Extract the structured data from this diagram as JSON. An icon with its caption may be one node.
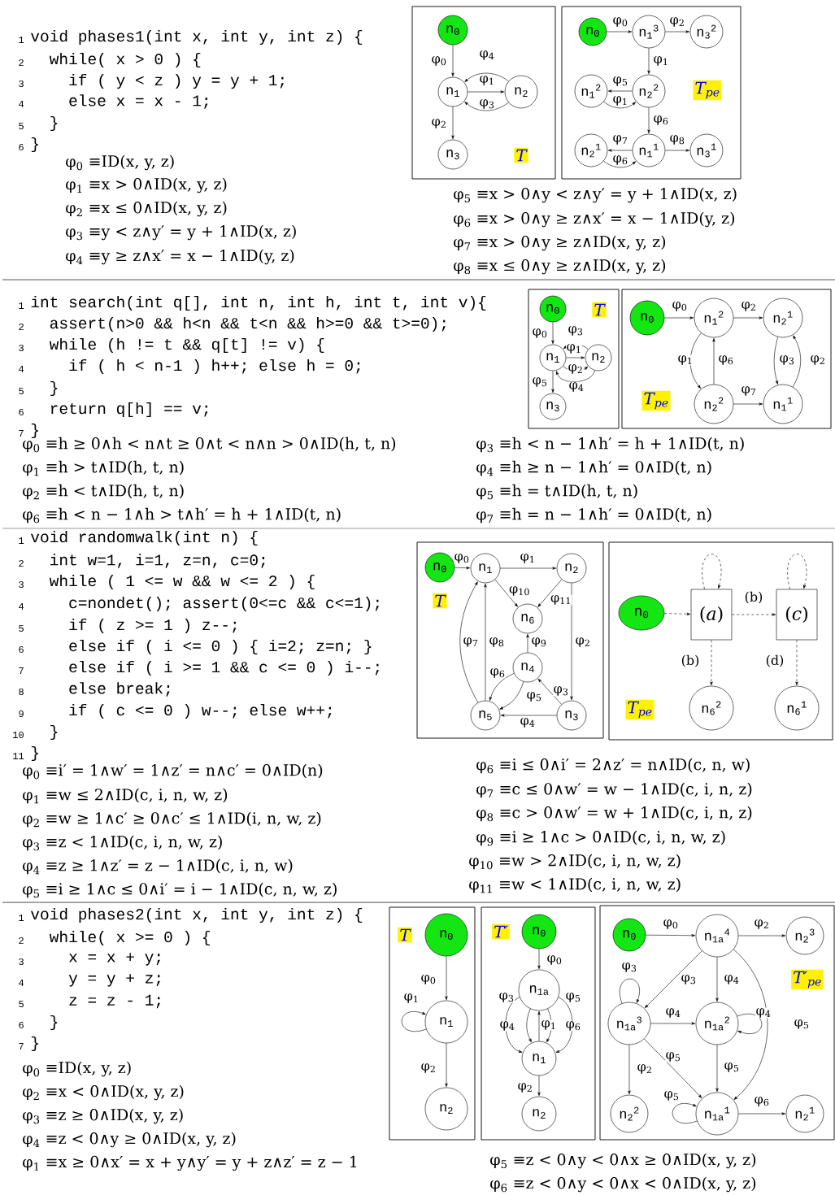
{
  "diagram": {
    "nodes": [
      {
        "text": [
          "T"
        ]
      },
      {
        "text": [
          "n$_{0}$"
        ],
        "in": 0
      },
      {
        "text": [
          "n$_{1}$"
        ],
        "in": 0
      },
      {
        "text": [
          "n$_{2}$"
        ],
        "in": 0
      },
      {
        "text": [
          "n$_{3}$"
        ],
        "in": 0
      },
      {
        "text": [
          "T$_{pe}$"
        ]
      },
      {
        "text": [
          "n$_{0}$"
        ],
        "in": 5
      },
      {
        "text": [
          "n$_{1}$$^{3}$"
        ],
        "in": 5
      },
      {
        "text": [
          "n$_{3}$$^{2}$"
        ],
        "in": 5
      },
      {
        "text": [
          "n$_{1}$$^{2}$"
        ],
        "in": 5
      },
      {
        "text": [
          "n$_{2}$$^{2}$"
        ],
        "in": 5
      },
      {
        "text": [
          "n$_{2}$$^{1}$"
        ],
        "in": 5
      },
      {
        "text": [
          "n$_{1}$$^{1}$"
        ],
        "in": 5
      },
      {
        "text": [
          "n$_{3}$$^{1}$"
        ],
        "in": 5
      },
      {
        "text": [
          "T"
        ]
      },
      {
        "text": [
          "n$_{0}$"
        ],
        "in": 14
      },
      {
        "text": [
          "n$_{1}$"
        ],
        "in": 14
      },
      {
        "text": [
          "n$_{2}$"
        ],
        "in": 14
      },
      {
        "text": [
          "n$_{3}$"
        ],
        "in": 14
      },
      {
        "text": [
          "T$_{pe}$"
        ]
      },
      {
        "text": [
          "n$_{0}$"
        ],
        "in": 19
      },
      {
        "text": [
          "n$_{1}$$^{2}$"
        ],
        "in": 19
      },
      {
        "text": [
          "n$_{2}$$^{1}$"
        ],
        "in": 19
      },
      {
        "text": [
          "n$_{2}$$^{2}$"
        ],
        "in": 19
      },
      {
        "text": [
          "n$_{1}$$^{1}$"
        ],
        "in": 19
      },
      {
        "text": [
          "T"
        ]
      },
      {
        "text": [
          "n$_{0}$"
        ],
        "in": 25
      },
      {
        "text": [
          "n$_{1}$"
        ],
        "in": 25
      },
      {
        "text": [
          "n$_{2}$"
        ],
        "in": 25
      },
      {
        "text": [
          "n$_{6}$"
        ],
        "in": 25
      },
      {
        "text": [
          "n$_{4}$"
        ],
        "in": 25
      },
      {
        "text": [
          "n$_{5}$"
        ],
        "in": 25
      },
      {
        "text": [
          "n$_{3}$"
        ],
        "in": 25
      },
      {
        "text": [
          "T$_{pe}$"
        ]
      },
      {
        "text": [
          "n$_{0}$"
        ],
        "in": 33
      },
      {
        "text": [
          "(*a*)"
        ],
        "in": 33
      },
      {
        "text": [
          "(*c*)"
        ],
        "in": 33
      },
      {
        "text": [
          "n$_{6}$$^{2}$"
        ],
        "in": 33
      },
      {
        "text": [
          "n$_{6}$$^{1}$"
        ],
        "in": 33
      },
      {
        "text": [
          "T"
        ]
      },
      {
        "text": [
          "n$_{0}$"
        ],
        "in": 39
      },
      {
        "text": [
          "n$_{1}$"
        ],
        "in": 39
      },
      {
        "text": [
          "n$_{2}$"
        ],
        "in": 39
      },
      {
        "text": [
          "T′"
        ]
      },
      {
        "text": [
          "n$_{0}$"
        ],
        "in": 43
      },
      {
        "text": [
          "n$_{1a}$"
        ],
        "in": 43
      },
      {
        "text": [
          "n$_{1}$"
        ],
        "in": 43
      },
      {
        "text": [
          "n$_{2}$"
        ],
        "in": 43
      },
      {
        "text": [
          "T′$_{pe}$"
        ]
      },
      {
        "text": [
          "n$_{0}$"
        ],
        "in": 48
      },
      {
        "text": [
          "n$_{1a}$$^{4}$"
        ],
        "in": 48
      },
      {
        "text": [
          "n$_{2}$$^{3}$"
        ],
        "in": 48
      },
      {
        "text": [
          "n$_{1a}$$^{3}$"
        ],
        "in": 48
      },
      {
        "text": [
          "n$_{1a}$$^{2}$"
        ],
        "in": 48
      },
      {
        "text": [
          "n$_{2}$$^{2}$"
        ],
        "in": 48
      },
      {
        "text": [
          "n$_{1a}$$^{1}$"
        ],
        "in": 48
      },
      {
        "text": [
          "n$_{2}$$^{1}$"
        ],
        "in": 48
      }
    ],
    "edges": [
      {
        "from": 1,
        "to": 2,
        "arrow": "to",
        "label": "φ$_{0}$"
      },
      {
        "from": 2,
        "to": 3,
        "arrow": "to",
        "label": "φ$_{1}$"
      },
      {
        "from": 3,
        "to": 2,
        "arrow": "to",
        "label": "φ$_{4}$"
      },
      {
        "from": 3,
        "to": 2,
        "arrow": "to",
        "label": "φ$_{3}$"
      },
      {
        "from": 2,
        "to": 4,
        "arrow": "to",
        "label": "φ$_{2}$"
      },
      {
        "from": 6,
        "to": 7,
        "arrow": "to",
        "label": "φ$_{0}$"
      },
      {
        "from": 7,
        "to": 8,
        "arrow": "to",
        "label": "φ$_{2}$"
      },
      {
        "from": 7,
        "to": 10,
        "arrow": "to",
        "label": "φ$_{1}$"
      },
      {
        "from": 10,
        "to": 9,
        "arrow": "to",
        "label": "φ$_{5}$"
      },
      {
        "from": 9,
        "to": 10,
        "arrow": "to",
        "label": "φ$_{1}$"
      },
      {
        "from": 10,
        "to": 12,
        "arrow": "to",
        "label": "φ$_{6}$"
      },
      {
        "from": 12,
        "to": 11,
        "arrow": "to",
        "label": "φ$_{7}$"
      },
      {
        "from": 11,
        "to": 12,
        "arrow": "to",
        "label": "φ$_{6}$"
      },
      {
        "from": 12,
        "to": 13,
        "arrow": "to",
        "label": "φ$_{8}$"
      },
      {
        "from": 15,
        "to": 16,
        "arrow": "to",
        "label": "φ$_{0}$"
      },
      {
        "from": 16,
        "to": 17,
        "arrow": "to",
        "label": "φ$_{1}$"
      },
      {
        "from": 17,
        "to": 16,
        "arrow": "to",
        "label": "φ$_{3}$"
      },
      {
        "from": 16,
        "to": 17,
        "arrow": "to",
        "label": "φ$_{2}$"
      },
      {
        "from": 17,
        "to": 16,
        "arrow": "to",
        "label": "φ$_{4}$"
      },
      {
        "from": 16,
        "to": 18,
        "arrow": "to",
        "label": "φ$_{5}$"
      },
      {
        "from": 20,
        "to": 21,
        "arrow": "to",
        "label": "φ$_{0}$"
      },
      {
        "from": 21,
        "to": 22,
        "arrow": "to",
        "label": "φ$_{2}$"
      },
      {
        "from": 21,
        "to": 23,
        "arrow": "to",
        "label": "φ$_{1}$"
      },
      {
        "from": 23,
        "to": 21,
        "arrow": "to",
        "label": "φ$_{6}$"
      },
      {
        "from": 22,
        "to": 24,
        "arrow": "to",
        "label": "φ$_{3}$"
      },
      {
        "from": 24,
        "to": 22,
        "arrow": "to",
        "label": "φ$_{2}$"
      },
      {
        "from": 23,
        "to": 24,
        "arrow": "to",
        "label": "φ$_{7}$"
      },
      {
        "from": 26,
        "to": 27,
        "arrow": "to",
        "label": "φ$_{0}$"
      },
      {
        "from": 27,
        "to": 28,
        "arrow": "to",
        "label": "φ$_{1}$"
      },
      {
        "from": 27,
        "to": 29,
        "arrow": "to",
        "label": "φ$_{10}$"
      },
      {
        "from": 28,
        "to": 29,
        "arrow": "to",
        "label": "φ$_{11}$"
      },
      {
        "from": 28,
        "to": 32,
        "arrow": "to",
        "label": "φ$_{2}$"
      },
      {
        "from": 30,
        "to": 29,
        "arrow": "to",
        "label": "φ$_{9}$"
      },
      {
        "from": 32,
        "to": 30,
        "arrow": "to",
        "label": "φ$_{3}$"
      },
      {
        "from": 30,
        "to": 31,
        "arrow": "to",
        "label": "φ$_{6}$"
      },
      {
        "from": 30,
        "to": 31,
        "arrow": "to",
        "label": "φ$_{5}$"
      },
      {
        "from": 32,
        "to": 31,
        "arrow": "to",
        "label": "φ$_{4}$"
      },
      {
        "from": 31,
        "to": 27,
        "arrow": "to",
        "label": "φ$_{8}$"
      },
      {
        "from": 31,
        "to": 27,
        "arrow": "to",
        "label": "φ$_{7}$"
      },
      {
        "from": 34,
        "to": 35,
        "arrow": "to",
        "style": "dashed"
      },
      {
        "from": 35,
        "to": 36,
        "arrow": "to",
        "style": "dashed",
        "label": "(b)"
      },
      {
        "from": 35,
        "to": 37,
        "arrow": "to",
        "style": "dashed",
        "label": "(b)"
      },
      {
        "from": 36,
        "to": 38,
        "arrow": "to",
        "style": "dashed",
        "label": "(d)"
      },
      {
        "from": 35,
        "to": 35,
        "arrow": "to",
        "style": "dashed"
      },
      {
        "from": 36,
        "to": 36,
        "arrow": "to",
        "style": "dashed"
      },
      {
        "from": 40,
        "to": 41,
        "arrow": "to",
        "label": "φ$_{0}$"
      },
      {
        "from": 41,
        "to": 41,
        "arrow": "to",
        "label": "φ$_{1}$"
      },
      {
        "from": 41,
        "to": 42,
        "arrow": "to",
        "label": "φ$_{2}$"
      },
      {
        "from": 44,
        "to": 45,
        "arrow": "to",
        "label": "φ$_{0}$"
      },
      {
        "from": 46,
        "to": 45,
        "arrow": "to",
        "label": "φ$_{1}$"
      },
      {
        "from": 45,
        "to": 46,
        "arrow": "to",
        "label": "φ$_{3}$"
      },
      {
        "from": 45,
        "to": 46,
        "arrow": "to",
        "label": "φ$_{4}$"
      },
      {
        "from": 45,
        "to": 46,
        "arrow": "to",
        "label": "φ$_{5}$"
      },
      {
        "from": 45,
        "to": 46,
        "arrow": "to",
        "label": "φ$_{6}$"
      },
      {
        "from": 46,
        "to": 47,
        "arrow": "to",
        "label": "φ$_{2}$"
      },
      {
        "from": 49,
        "to": 50,
        "arrow": "to",
        "label": "φ$_{0}$"
      },
      {
        "from": 50,
        "to": 51,
        "arrow": "to",
        "label": "φ$_{2}$"
      },
      {
        "from": 50,
        "to": 52,
        "arrow": "to",
        "label": "φ$_{3}$"
      },
      {
        "from": 52,
        "to": 52,
        "arrow": "to",
        "label": "φ$_{3}$"
      },
      {
        "from": 50,
        "to": 53,
        "arrow": "to",
        "label": "φ$_{4}$"
      },
      {
        "from": 52,
        "to": 53,
        "arrow": "to",
        "label": "φ$_{4}$"
      },
      {
        "from": 53,
        "to": 53,
        "arrow": "to",
        "label": "φ$_{4}$"
      },
      {
        "from": 50,
        "to": 55,
        "arrow": "to",
        "label": "φ$_{5}$"
      },
      {
        "from": 52,
        "to": 55,
        "arrow": "to",
        "label": "φ$_{5}$"
      },
      {
        "from": 53,
        "to": 55,
        "arrow": "to",
        "label": "φ$_{5}$"
      },
      {
        "from": 55,
        "to": 55,
        "arrow": "to",
        "label": "φ$_{5}$"
      },
      {
        "from": 52,
        "to": 54,
        "arrow": "to",
        "label": "φ$_{2}$"
      },
      {
        "from": 55,
        "to": 56,
        "arrow": "to",
        "label": "φ$_{6}$"
      }
    ],
    "labels": [
      "1",
      "void phases1(int x, int y, int z) {",
      "2",
      "while( x > 0 ) {",
      "3",
      "if ( y < z ) y = y + 1;",
      "4",
      "else x = x - 1;",
      "5",
      "}",
      "6",
      "}",
      "φ$_{0}$ ≡ID(x, y, z)",
      "φ$_{1}$ ≡x > 0∧ID(x, y, z)",
      "φ$_{2}$ ≡x ≤ 0∧ID(x, y, z)",
      "φ$_{3}$ ≡y < z∧y′ = y + 1∧ID(x, z)",
      "φ$_{4}$ ≡y ≥ z∧x′ = x − 1∧ID(y, z)",
      "φ$_{5}$ ≡x > 0∧y < z∧y′ = y + 1∧ID(x, z)",
      "φ$_{6}$ ≡x > 0∧y ≥ z∧x′ = x − 1∧ID(y, z)",
      "φ$_{7}$ ≡x > 0∧y ≥ z∧ID(x, y, z)",
      "φ$_{8}$ ≡x ≤ 0∧y ≥ z∧ID(x, y, z)",
      "1",
      "int search(int q[], int n, int h, int t, int v){",
      "2",
      "assert(n>0 && h<n && t<n && h>=0 && t>=0);",
      "3",
      "while (h != t && q[t] != v) {",
      "4",
      "if ( h < n-1 ) h++; else h = 0;",
      "5",
      "}",
      "6",
      "return q[h] == v;",
      "7",
      "}",
      "φ$_{0}$ ≡h ≥ 0∧h < n∧t ≥ 0∧t < n∧n > 0∧ID(h, t, n)",
      "φ$_{1}$ ≡h > t∧ID(h, t, n)",
      "φ$_{2}$ ≡h < t∧ID(h, t, n)",
      "φ$_{6}$ ≡h < n − 1∧h > t∧h′ = h + 1∧ID(t, n)",
      "φ$_{3}$ ≡h < n − 1∧h′ = h + 1∧ID(t, n)",
      "φ$_{4}$ ≡h ≥ n − 1∧h′ = 0∧ID(t, n)",
      "φ$_{5}$ ≡h = t∧ID(h, t, n)",
      "φ$_{7}$ ≡h = n − 1∧h′ = 0∧ID(t, n)",
      "1",
      "void randomwalk(int n) {",
      "2",
      "int w=1, i=1, z=n, c=0;",
      "3",
      "while ( 1 <= w && w <= 2 ) {",
      "4",
      "c=nondet(); assert(0<=c && c<=1);",
      "5",
      "if ( z >= 1 ) z--;",
      "6",
      "else if ( i <= 0 ) { i=2; z=n; }",
      "7",
      "else if ( i >= 1 && c <= 0 ) i--;",
      "8",
      "else break;",
      "9",
      "if ( c <= 0 ) w--; else w++;",
      "10",
      "}",
      "11",
      "}",
      "φ$_{0}$ ≡i′ = 1∧w′ = 1∧z′ = n∧c′ = 0∧ID(n)",
      "φ$_{1}$ ≡w ≤ 2∧ID(c, i, n, w, z)",
      "φ$_{2}$ ≡w ≥ 1∧c′ ≥ 0∧c′ ≤ 1∧ID(i, n, w, z)",
      "φ$_{3}$ ≡z < 1∧ID(c, i, n, w, z)",
      "φ$_{4}$ ≡z ≥ 1∧z′ = z − 1∧ID(c, i, n, w)",
      "φ$_{5}$ ≡i ≥ 1∧c ≤ 0∧i′ = i − 1∧ID(c, n, w, z)",
      "φ$_{6}$ ≡i ≤ 0∧i′ = 2∧z′ = n∧ID(c, n, w)",
      "φ$_{7}$ ≡c ≤ 0∧w′ = w − 1∧ID(c, i, n, z)",
      "φ$_{8}$ ≡c > 0∧w′ = w + 1∧ID(c, i, n, z)",
      "φ$_{9}$ ≡i ≥ 1∧c > 0∧ID(c, i, n, w, z)",
      "φ$_{10}$ ≡w > 2∧ID(c, i, n, w, z)",
      "φ$_{11}$ ≡w < 1∧ID(c, i, n, w, z)",
      "1",
      "void phases2(int x, int y, int z) {",
      "2",
      "while( x >= 0 ) {",
      "3",
      "x = x + y;",
      "4",
      "y = y + z;",
      "5",
      "z = z - 1;",
      "6",
      "}",
      "7",
      "}",
      "φ$_{0}$ ≡ID(x, y, z)",
      "φ$_{2}$ ≡x < 0∧ID(x, y, z)",
      "φ$_{3}$ ≡z ≥ 0∧ID(x, y, z)",
      "φ$_{4}$ ≡z < 0∧y ≥ 0∧ID(x, y, z)",
      "φ$_{1}$ ≡x ≥ 0∧x′ = x + y∧y′ = y + z∧z′ = z − 1",
      "φ$_{5}$ ≡z < 0∧y < 0∧x ≥ 0∧ID(x, y, z)",
      "φ$_{6}$ ≡z < 0∧y < 0∧x < 0∧ID(x, y, z)"
    ]
  }
}
